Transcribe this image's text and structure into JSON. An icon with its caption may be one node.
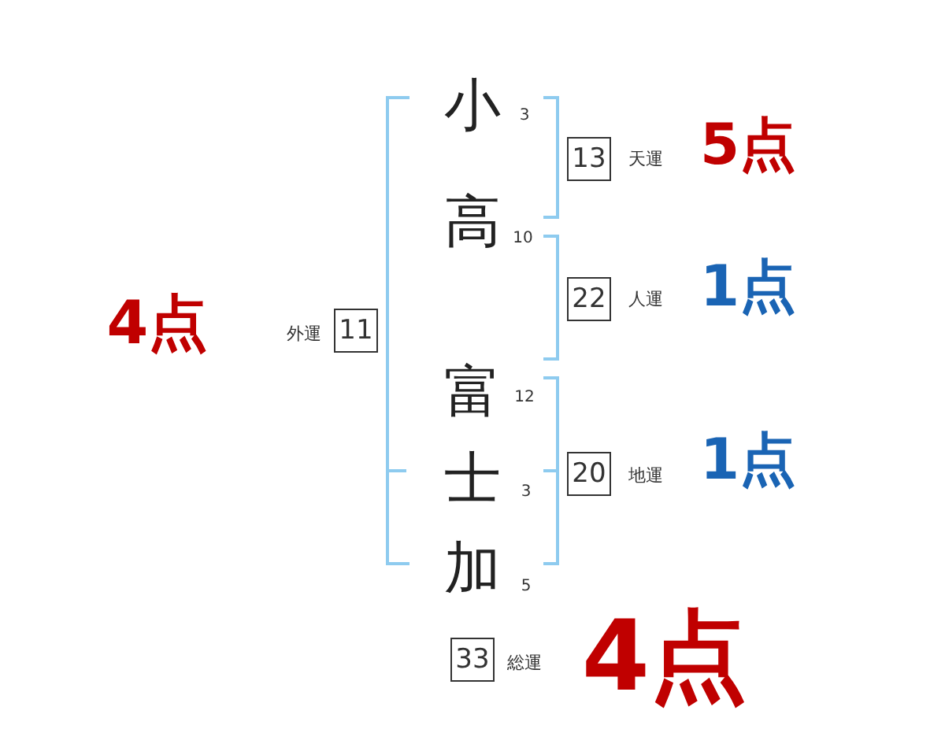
{
  "diagram": {
    "nodes": [
      {
        "text": [
          "13"
        ],
        "beside": [
          "天運",
          "5点"
        ]
      },
      {
        "text": [
          "22"
        ],
        "beside": [
          "人運",
          "1点"
        ]
      },
      {
        "text": [
          "11"
        ],
        "beside": [
          "外運",
          "4点"
        ]
      },
      {
        "text": [
          "20"
        ],
        "beside": [
          "地運",
          "1点"
        ]
      },
      {
        "text": [
          "33"
        ],
        "beside": [
          "総運",
          "4点"
        ]
      }
    ],
    "labels": [
      "小",
      "3",
      "高",
      "10",
      "富",
      "12",
      "士",
      "3",
      "加",
      "5"
    ]
  }
}
